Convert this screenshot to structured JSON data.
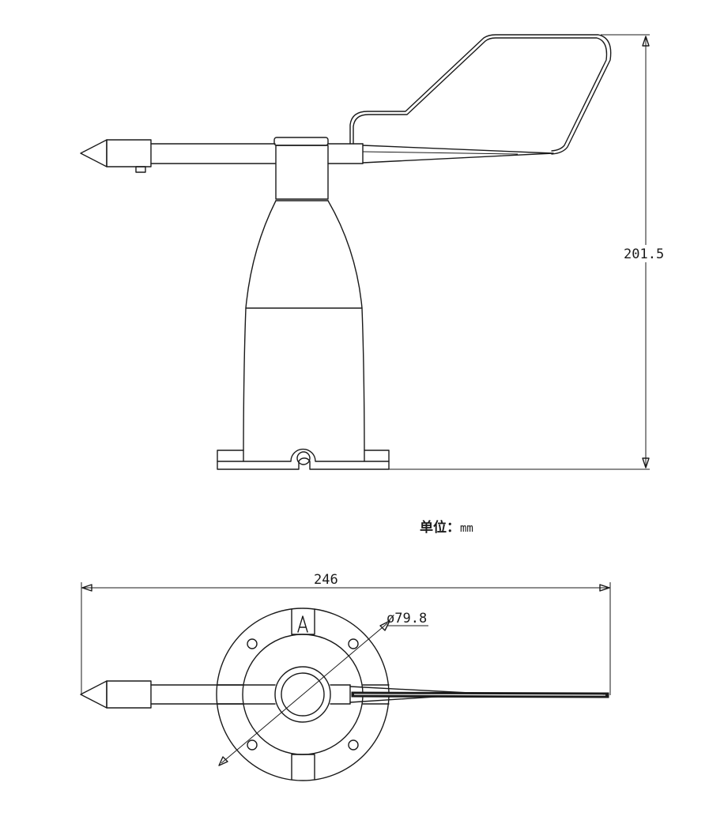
{
  "dimensions": {
    "height": "201.5",
    "width": "246",
    "diameter": "ø79.8"
  },
  "unit_label": {
    "prefix": "单位：",
    "value": "mm"
  }
}
